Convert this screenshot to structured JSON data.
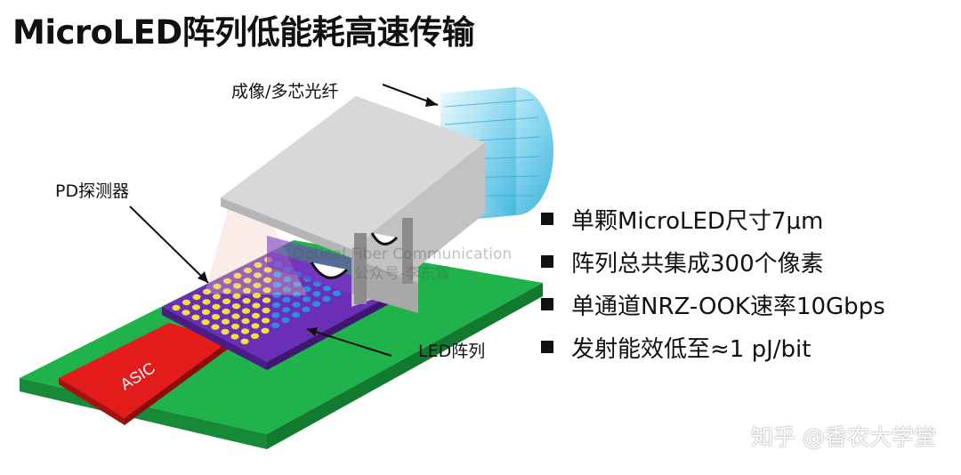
{
  "title": "MicroLED阵列低能耗高速传输",
  "labels": {
    "fiber": "成像/多芯光纤",
    "pd": "PD探测器",
    "led": "LED阵列",
    "asic": "ASIC"
  },
  "bullets": [
    "单颗MicroLED尺寸7μm",
    "阵列总共集成300个像素",
    "单通道NRZ-OOK速率10Gbps",
    "发射能效低至≈1 pJ/bit"
  ],
  "watermark": {
    "line1": "Optical Fiber Communication",
    "line2": "公众号-李东霖"
  },
  "footer": "知乎 @香农大学堂",
  "colors": {
    "board": "#1fae4a",
    "asic": "#e41b1b",
    "led_substrate": "#6a2fb4",
    "pd_pixel": "#f3df3c",
    "led_pixel": "#2c8de8",
    "housing": "#d2d2d2",
    "fiber": "#7fd6ef"
  }
}
